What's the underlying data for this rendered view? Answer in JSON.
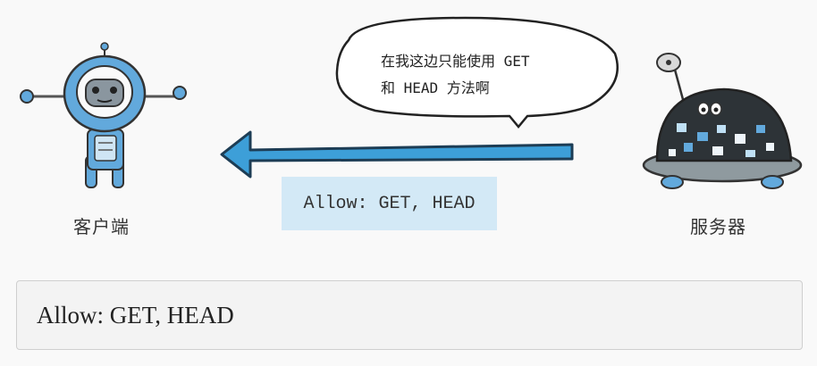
{
  "diagram": {
    "client_label": "客户端",
    "server_label": "服务器",
    "speech_line1": "在我这边只能使用 GET",
    "speech_line2": "和 HEAD 方法啊",
    "header_tag": "Allow: GET, HEAD",
    "arrow_direction": "server-to-client",
    "colors": {
      "arrow": "#3d9fd8",
      "robot_blue": "#62a9dc",
      "tag_background": "#d3e9f6",
      "server_body": "#2d3337"
    }
  },
  "code_block": {
    "text": "Allow: GET, HEAD"
  }
}
